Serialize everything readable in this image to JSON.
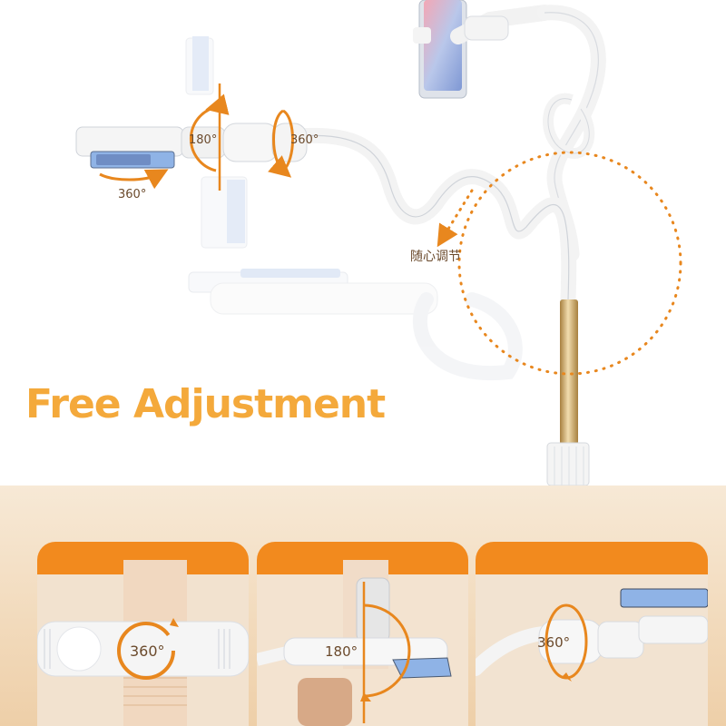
{
  "headline": "Free Adjustment",
  "annotations": {
    "rotate_180": "180°",
    "rotate_360_clamp": "360°",
    "rotate_360_joint": "360°",
    "adjust_freely": "随心调节"
  },
  "panels": [
    {
      "label": "360°",
      "icon": "rotate-360-icon"
    },
    {
      "label": "180°",
      "icon": "rotate-180-icon"
    },
    {
      "label": "360°",
      "icon": "rotate-360-icon"
    }
  ],
  "colors": {
    "accent": "#f4a93b",
    "arrow": "#e8871e",
    "band": "#f3dcc0",
    "panel_top": "#f28a1e",
    "product_white": "#f6f6f6",
    "gold": "#c9a36a"
  }
}
